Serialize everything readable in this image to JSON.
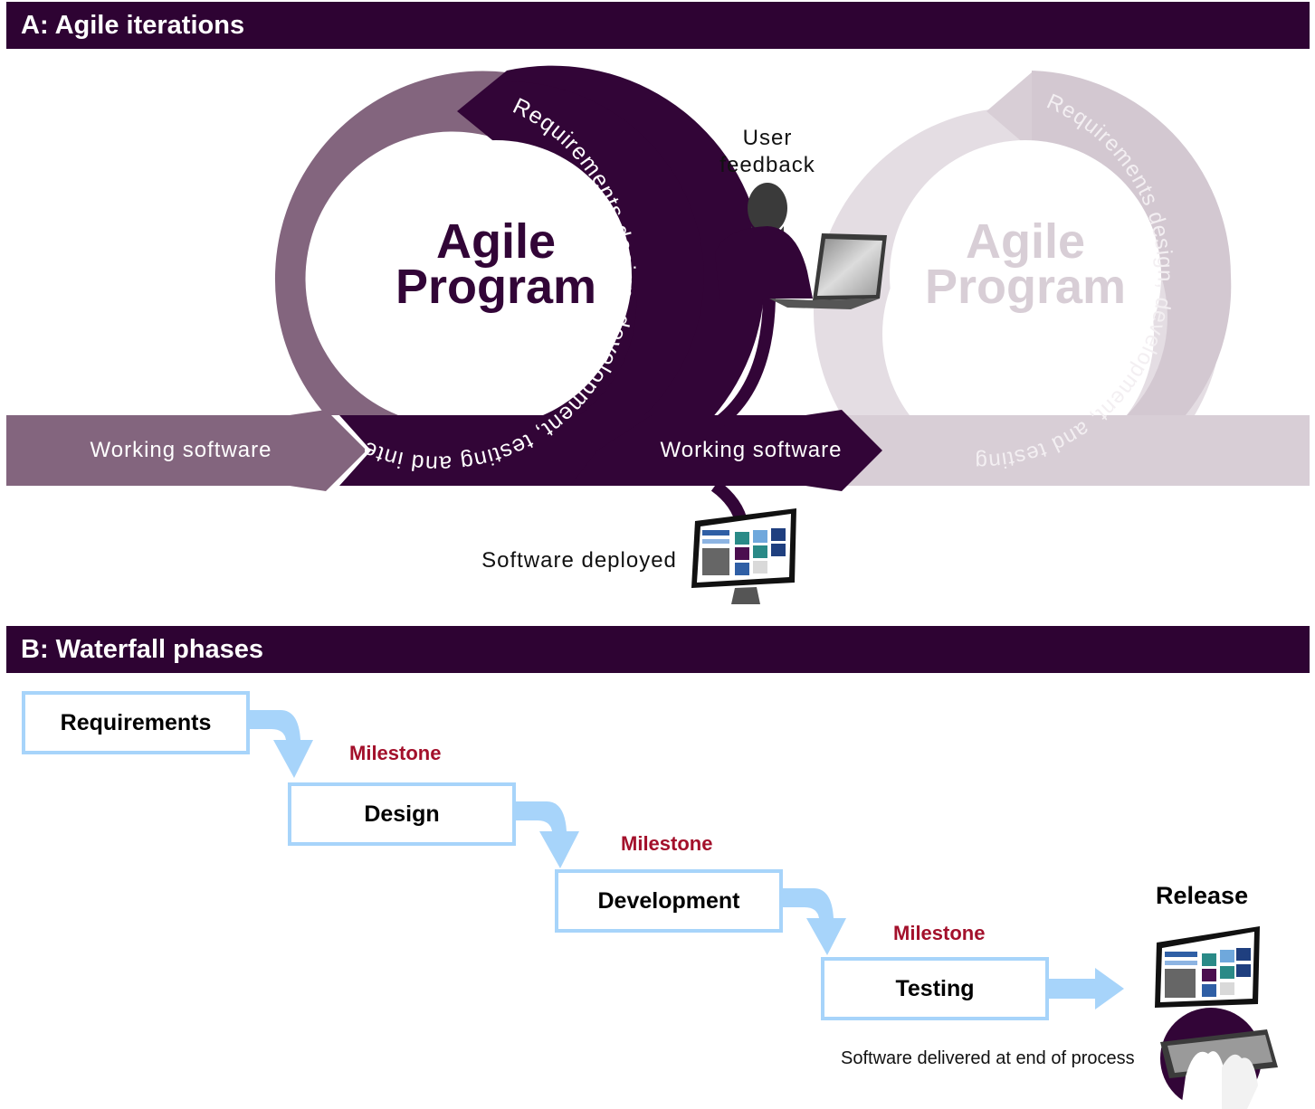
{
  "section_a": {
    "title": "A: Agile iterations",
    "left_cycle": {
      "title_line1": "Agile",
      "title_line2": "Program",
      "arc_text": "Requirements design, development, testing and integration"
    },
    "right_cycle": {
      "title_line1": "Agile",
      "title_line2": "Program",
      "arc_text": "Requirements design, development, and testing"
    },
    "arrow_left_label": "Working software",
    "arrow_middle_label": "Working software",
    "user_feedback_line1": "User",
    "user_feedback_line2": "feedback",
    "software_deployed": "Software deployed"
  },
  "section_b": {
    "title": "B: Waterfall phases",
    "phases": [
      "Requirements",
      "Design",
      "Development",
      "Testing"
    ],
    "milestones": [
      "Milestone",
      "Milestone",
      "Milestone"
    ],
    "release": "Release",
    "delivered": "Software delivered at end of process"
  },
  "colors": {
    "banner": "#2e0333",
    "dark_purple": "#320537",
    "mid_purple": "#83657e",
    "light_purple": "#d8ced6",
    "faded_text": "#ebe5ea",
    "milestone_red": "#a3102b",
    "phase_blue": "#a7d4fa"
  },
  "icons": [
    "person-silhouette-icon",
    "laptop-icon",
    "monitor-icon",
    "keyboard-hands-icon"
  ]
}
